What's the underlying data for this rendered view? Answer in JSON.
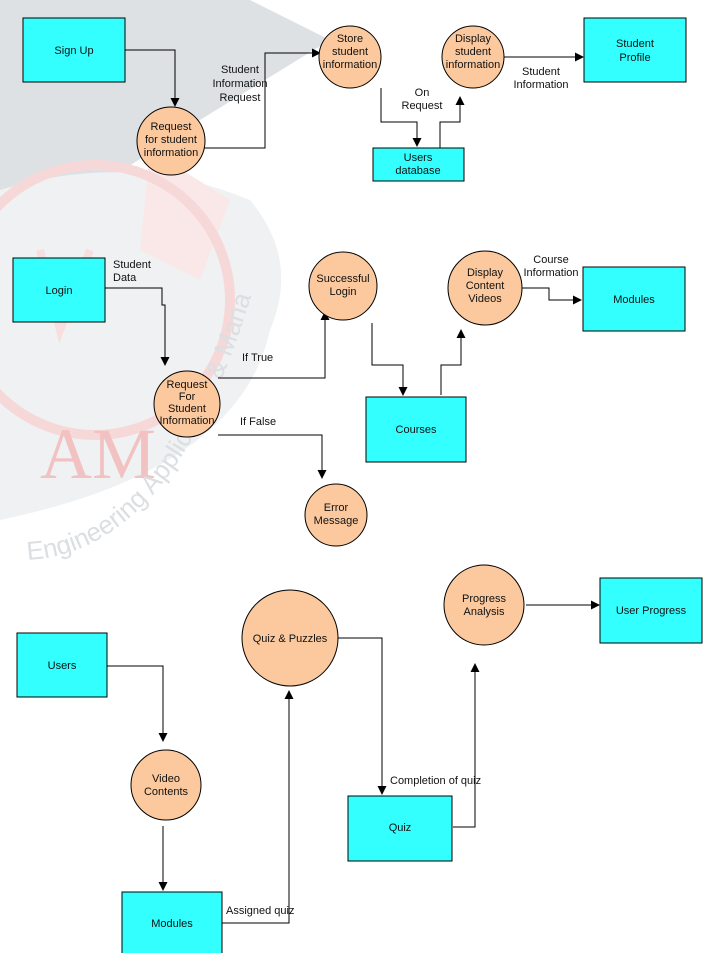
{
  "colors": {
    "process": "#fbc99d",
    "entity": "#33ffff",
    "stroke": "#000000",
    "watermark_gray": "#9aa3ab",
    "watermark_red": "#d9534f"
  },
  "watermark": {
    "letters": "AM",
    "arc_text": "Engineering Application & Management"
  },
  "entities": {
    "sign_up": "Sign Up",
    "student_profile": "Student Profile",
    "users_database": "Users database",
    "login": "Login",
    "modules_top": "Modules",
    "courses": "Courses",
    "users": "Users",
    "user_progress": "User Progress",
    "quiz": "Quiz",
    "modules_bottom": "Modules"
  },
  "processes": {
    "request_info_1": "Request for student information",
    "store_info": "Store student information",
    "display_info": "Display student information",
    "successful_login": "Successful Login",
    "display_videos": "Display Content Videos",
    "request_info_2": "Request For Student Information",
    "error_message": "Error Message",
    "quiz_puzzles": "Quiz & Puzzles",
    "progress_analysis": "Progress Analysis",
    "video_contents": "Video Contents"
  },
  "flows": {
    "student_info_request": "Student Information Request",
    "on_request": "On Request",
    "student_information": "Student Information",
    "student_data": "Student Data",
    "course_information": "Course Information",
    "if_true": "If True",
    "if_false": "If False",
    "completion_of_quiz": "Completion of quiz",
    "assigned_quiz": "Assigned quiz"
  }
}
